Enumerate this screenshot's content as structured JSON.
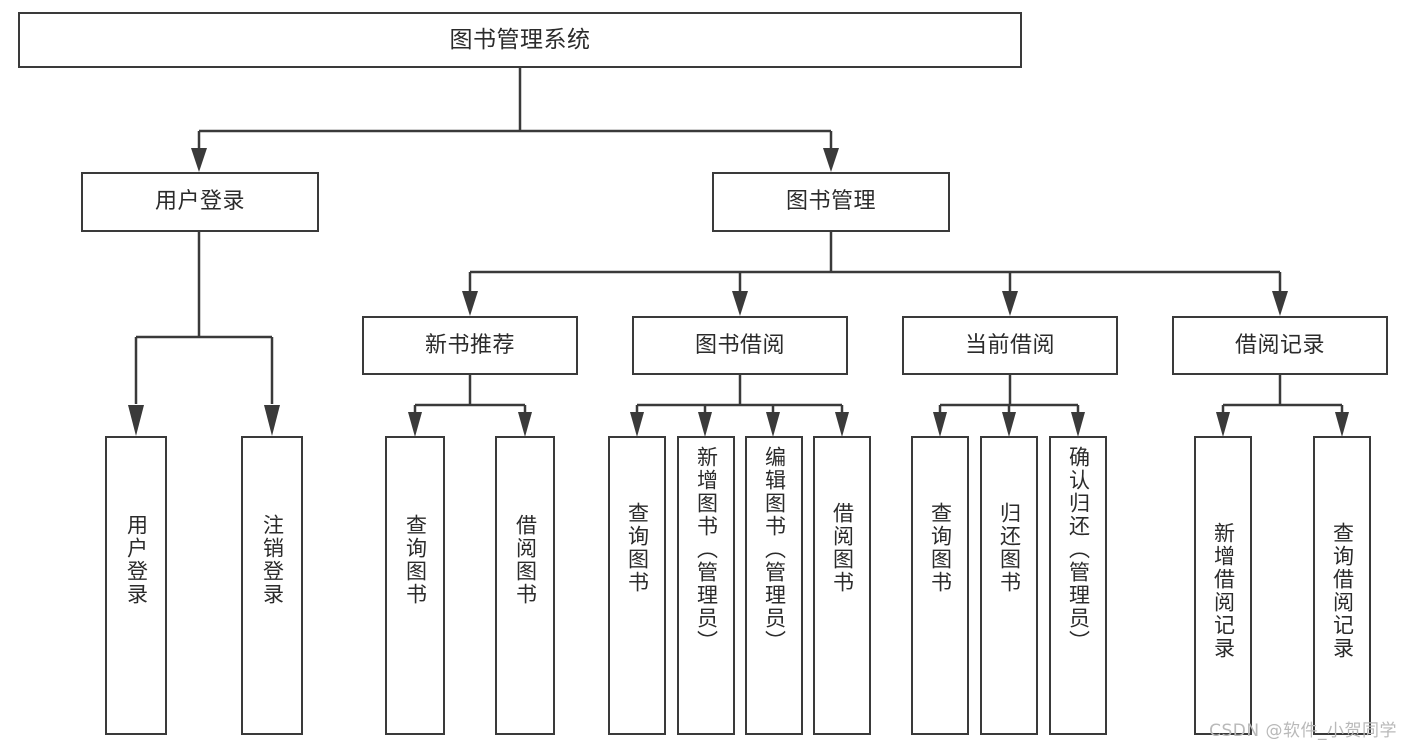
{
  "diagram": {
    "title_node": {
      "label": "图书管理系统"
    },
    "level2": [
      {
        "label": "用户登录"
      },
      {
        "label": "图书管理"
      }
    ],
    "level3": [
      {
        "label": "新书推荐"
      },
      {
        "label": "图书借阅"
      },
      {
        "label": "当前借阅"
      },
      {
        "label": "借阅记录"
      }
    ],
    "leaves_user_login": [
      {
        "label": "用户登录"
      },
      {
        "label": "注销登录"
      }
    ],
    "leaves_new_book": [
      {
        "label": "查询图书"
      },
      {
        "label": "借阅图书"
      }
    ],
    "leaves_borrow": [
      {
        "label": "查询图书"
      },
      {
        "label": "新增图书（管理员）"
      },
      {
        "label": "编辑图书（管理员）"
      },
      {
        "label": "借阅图书"
      }
    ],
    "leaves_current": [
      {
        "label": "查询图书"
      },
      {
        "label": "归还图书"
      },
      {
        "label": "确认归还（管理员）"
      }
    ],
    "leaves_record": [
      {
        "label": "新增借阅记录"
      },
      {
        "label": "查询借阅记录"
      }
    ]
  },
  "watermark": {
    "text": "CSDN @软件_小贺同学"
  },
  "colors": {
    "stroke": "#3a3a3a",
    "background": "#ffffff",
    "text": "#2b2b2b",
    "watermark": "#b9b9b9"
  }
}
